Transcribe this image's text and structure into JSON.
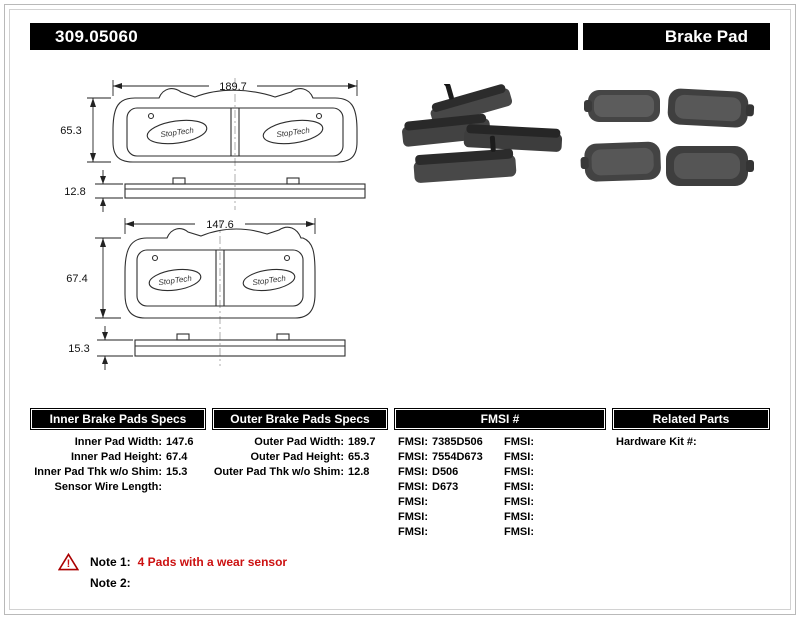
{
  "header": {
    "part_number": "309.05060",
    "product_type": "Brake Pad"
  },
  "colors": {
    "accent_red": "#cc1111",
    "header_bg": "#000000"
  },
  "drawings": {
    "brand": "StopTech",
    "outer": {
      "width": "189.7",
      "height": "65.3",
      "thickness": "12.8"
    },
    "inner": {
      "width": "147.6",
      "height": "67.4",
      "thickness": "15.3"
    }
  },
  "specs": {
    "inner": {
      "title": "Inner Brake Pads Specs",
      "rows": [
        {
          "label": "Inner Pad Width:",
          "value": "147.6"
        },
        {
          "label": "Inner Pad Height:",
          "value": "67.4"
        },
        {
          "label": "Inner Pad Thk w/o Shim:",
          "value": "15.3"
        },
        {
          "label": "Sensor Wire Length:",
          "value": ""
        }
      ]
    },
    "outer": {
      "title": "Outer Brake Pads Specs",
      "rows": [
        {
          "label": "Outer Pad Width:",
          "value": "189.7"
        },
        {
          "label": "Outer Pad Height:",
          "value": "65.3"
        },
        {
          "label": "Outer Pad Thk w/o Shim:",
          "value": "12.8"
        }
      ]
    },
    "fmsi": {
      "title": "FMSI #",
      "col1": [
        {
          "label": "FMSI:",
          "value": "7385D506"
        },
        {
          "label": "FMSI:",
          "value": "7554D673"
        },
        {
          "label": "FMSI:",
          "value": "D506"
        },
        {
          "label": "FMSI:",
          "value": "D673"
        },
        {
          "label": "FMSI:",
          "value": ""
        },
        {
          "label": "FMSI:",
          "value": ""
        },
        {
          "label": "FMSI:",
          "value": ""
        }
      ],
      "col2": [
        {
          "label": "FMSI:",
          "value": ""
        },
        {
          "label": "FMSI:",
          "value": ""
        },
        {
          "label": "FMSI:",
          "value": ""
        },
        {
          "label": "FMSI:",
          "value": ""
        },
        {
          "label": "FMSI:",
          "value": ""
        },
        {
          "label": "FMSI:",
          "value": ""
        },
        {
          "label": "FMSI:",
          "value": ""
        }
      ]
    },
    "related": {
      "title": "Related Parts",
      "rows": [
        {
          "label": "Hardware Kit #:",
          "value": ""
        }
      ]
    }
  },
  "notes": {
    "warning_glyph": "!",
    "note1_label": "Note 1:",
    "note1_text": "4 Pads with a wear sensor",
    "note2_label": "Note 2:",
    "note2_text": ""
  }
}
